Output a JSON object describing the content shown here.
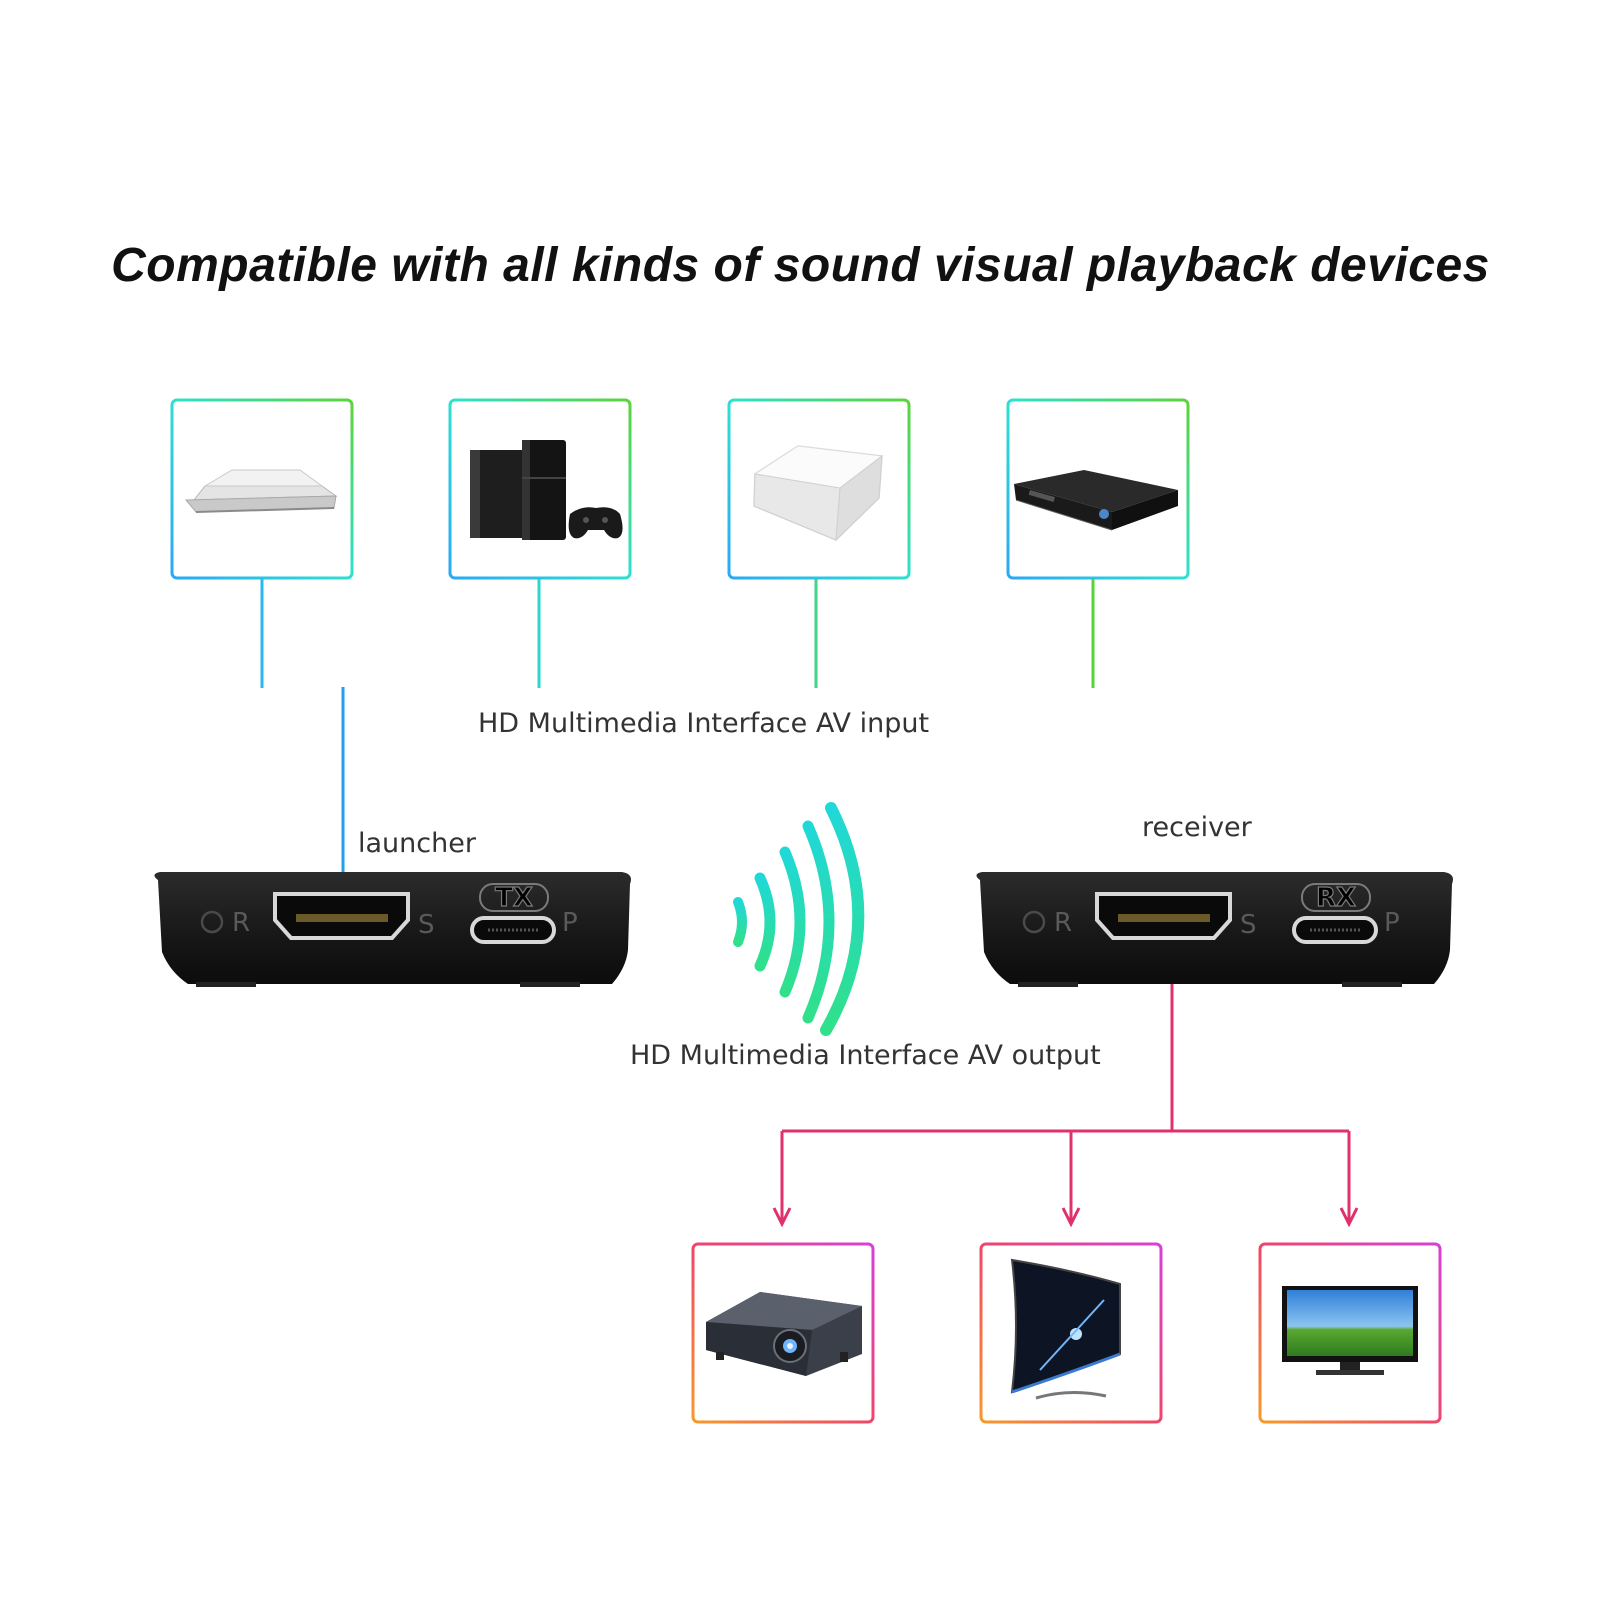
{
  "title": "Compatible with all kinds of sound visual playback devices",
  "labels": {
    "input": "HD Multimedia Interface AV input",
    "output": "HD Multimedia Interface AV output",
    "launcher": "launcher",
    "receiver": "receiver"
  },
  "transmitter": {
    "port_r": "R",
    "port_s": "S",
    "port_p": "P",
    "badge": "TX"
  },
  "receiver_unit": {
    "port_r": "R",
    "port_s": "S",
    "port_p": "P",
    "badge": "RX"
  },
  "source_devices": [
    {
      "icon": "laptop-icon"
    },
    {
      "icon": "game-console-icon"
    },
    {
      "icon": "set-top-box-icon"
    },
    {
      "icon": "dvd-player-icon"
    }
  ],
  "output_devices": [
    {
      "icon": "projector-icon"
    },
    {
      "icon": "curved-tv-icon"
    },
    {
      "icon": "flat-tv-icon"
    }
  ],
  "colors": {
    "input_line_left": "#22b8f0",
    "input_line_right": "#55d43a",
    "output_line": "#e0306e",
    "wireless": "#22e0a8",
    "device_body": "#1d1d1d"
  }
}
